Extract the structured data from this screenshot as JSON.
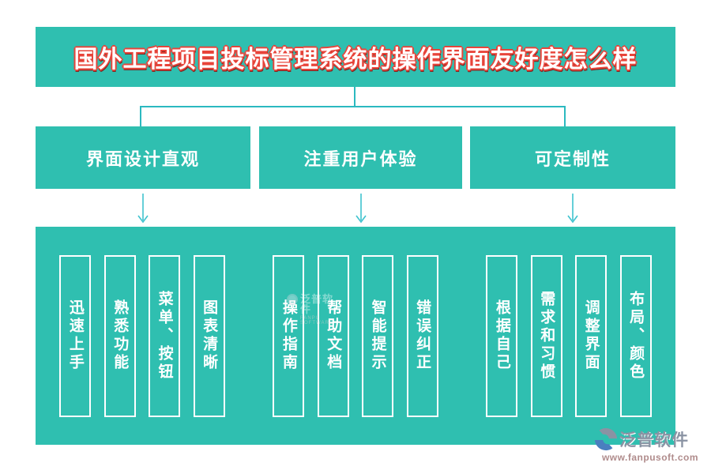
{
  "title": "国外工程项目投标管理系统的操作界面友好度怎么样",
  "branches": [
    {
      "label": "界面设计直观",
      "items": [
        "迅速上手",
        "熟悉功能",
        "菜单、按钮",
        "图表清晰"
      ]
    },
    {
      "label": "注重用户体验",
      "items": [
        "操作指南",
        "帮助文档",
        "智能提示",
        "错误纠正"
      ]
    },
    {
      "label": "可定制性",
      "items": [
        "根据自己",
        "需求和习惯",
        "调整界面",
        "布局、颜色"
      ]
    }
  ],
  "watermark": {
    "name": "泛普软件",
    "subtext": "FANPU SOFTWARE"
  },
  "logo": {
    "name": "泛普软件",
    "url": "www.fanpusoft.com"
  },
  "colors": {
    "teal": "#2fbfb0",
    "connector": "#2bb9c0",
    "arrow": "#3fc3cf",
    "title_fill": "#ffffff",
    "title_outline": "#e8443a",
    "title_shadow": "#7e2420",
    "card_border": "#ffffff",
    "logo_gray": "#8a93a3",
    "logo_blue": "#4a7fbf",
    "logo_url": "#b08c8c"
  }
}
